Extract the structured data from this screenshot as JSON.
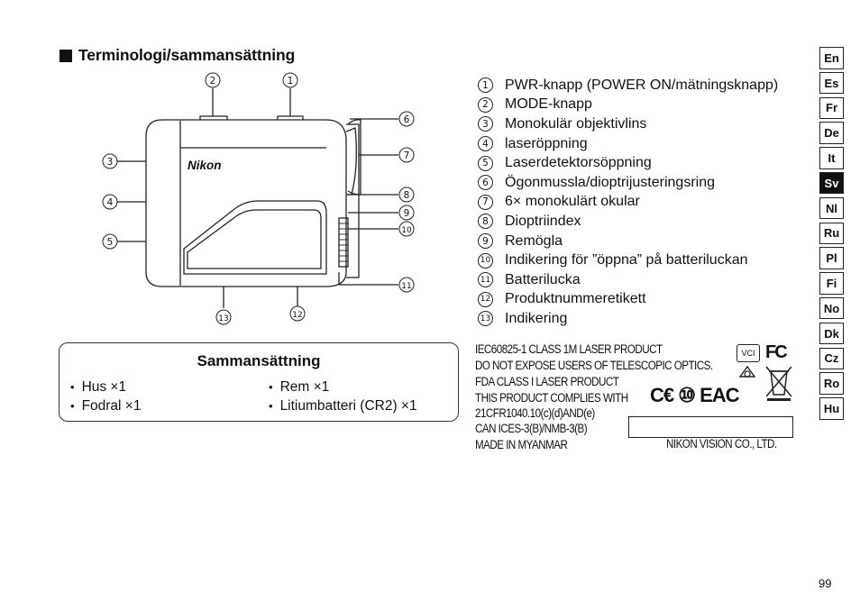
{
  "heading": "Terminologi/sammansättning",
  "callouts": [
    "1",
    "2",
    "3",
    "4",
    "5",
    "6",
    "7",
    "8",
    "9",
    "10",
    "11",
    "12",
    "13"
  ],
  "logo": "Nikon",
  "legend": [
    {
      "num": "1",
      "label": "PWR-knapp (POWER ON/mätningsknapp)"
    },
    {
      "num": "2",
      "label": "MODE-knapp"
    },
    {
      "num": "3",
      "label": "Monokulär objektivlins"
    },
    {
      "num": "4",
      "label": "laseröppning"
    },
    {
      "num": "5",
      "label": "Laserdetektorsöppning"
    },
    {
      "num": "6",
      "label": "Ögonmussla/dioptrijusteringsring"
    },
    {
      "num": "7",
      "label": "6× monokulärt okular"
    },
    {
      "num": "8",
      "label": "Dioptriindex"
    },
    {
      "num": "9",
      "label": "Remögla"
    },
    {
      "num": "10",
      "label": "Indikering för ”öppna” på batteriluckan"
    },
    {
      "num": "11",
      "label": "Batterilucka"
    },
    {
      "num": "12",
      "label": "Produktnummeretikett"
    },
    {
      "num": "13",
      "label": "Indikering"
    }
  ],
  "contents": {
    "title": "Sammansättning",
    "items": [
      "Hus ×1",
      "Rem ×1",
      "Fodral ×1",
      "Litiumbatteri (CR2) ×1"
    ]
  },
  "product_label": {
    "lines": [
      "IEC60825-1 CLASS 1M LASER PRODUCT",
      "DO NOT EXPOSE USERS OF TELESCOPIC OPTICS.",
      "FDA CLASS I LASER PRODUCT",
      "THIS PRODUCT COMPLIES WITH",
      "21CFR1040.10(c)(d)AND(e)",
      "CAN ICES-3(B)/NMB-3(B)",
      "MADE IN MYANMAR"
    ],
    "maker": "NIKON VISION CO., LTD.",
    "marks": "C€ ⑩ EAC",
    "fc": "FC"
  },
  "language_tabs": [
    "En",
    "Es",
    "Fr",
    "De",
    "It",
    "Sv",
    "Nl",
    "Ru",
    "Pl",
    "Fi",
    "No",
    "Dk",
    "Cz",
    "Ro",
    "Hu"
  ],
  "active_tab": "Sv",
  "page_number": "99"
}
